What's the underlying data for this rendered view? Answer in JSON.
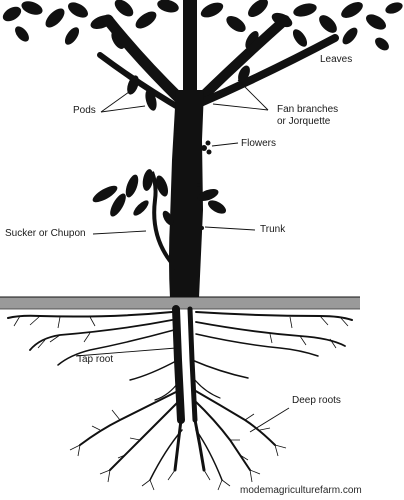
{
  "labels": {
    "leaves": "Leaves",
    "pods": "Pods",
    "fan_branches_line1": "Fan branches",
    "fan_branches_line2": "or Jorquette",
    "flowers": "Flowers",
    "sucker": "Sucker or Chupon",
    "trunk": "Trunk",
    "tap_root": "Tap root",
    "deep_roots": "Deep roots"
  },
  "watermark": "modemagriculturefarm.com",
  "colors": {
    "ink": "#111111",
    "soil": "#9a9a9a",
    "background": "#ffffff"
  }
}
